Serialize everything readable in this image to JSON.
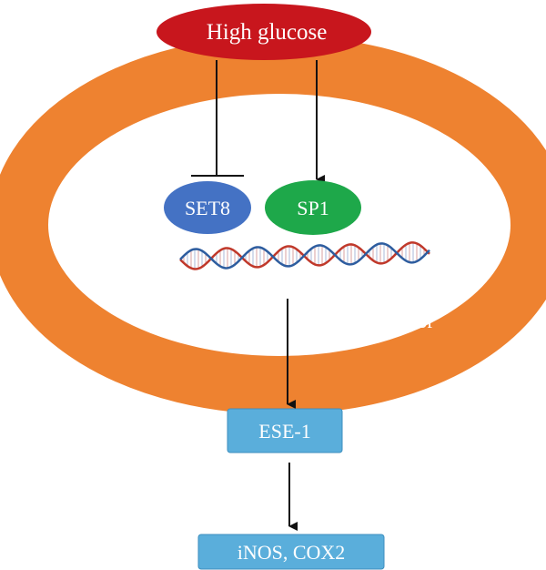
{
  "nodes": {
    "high_glucose": "High glucose",
    "set8": "SET8",
    "sp1": "SP1",
    "promoter": "ESE-1 promotor",
    "ese1": "ESE-1",
    "targets": "iNOS, COX2"
  },
  "colors": {
    "high_glucose_fill": "#c8161d",
    "membrane_ring": "#ee8230",
    "set8_fill": "#4472c4",
    "sp1_fill": "#1ea84a",
    "box_fill": "#5aaedb",
    "box_stroke": "#3d8fbf",
    "arrow": "#111111",
    "dna_strand_red": "#c0392b",
    "dna_strand_blue": "#2e5d9f"
  },
  "icons": {
    "inhibition": "t-bar-inhibition-icon",
    "dna": "dna-double-helix-icon"
  }
}
